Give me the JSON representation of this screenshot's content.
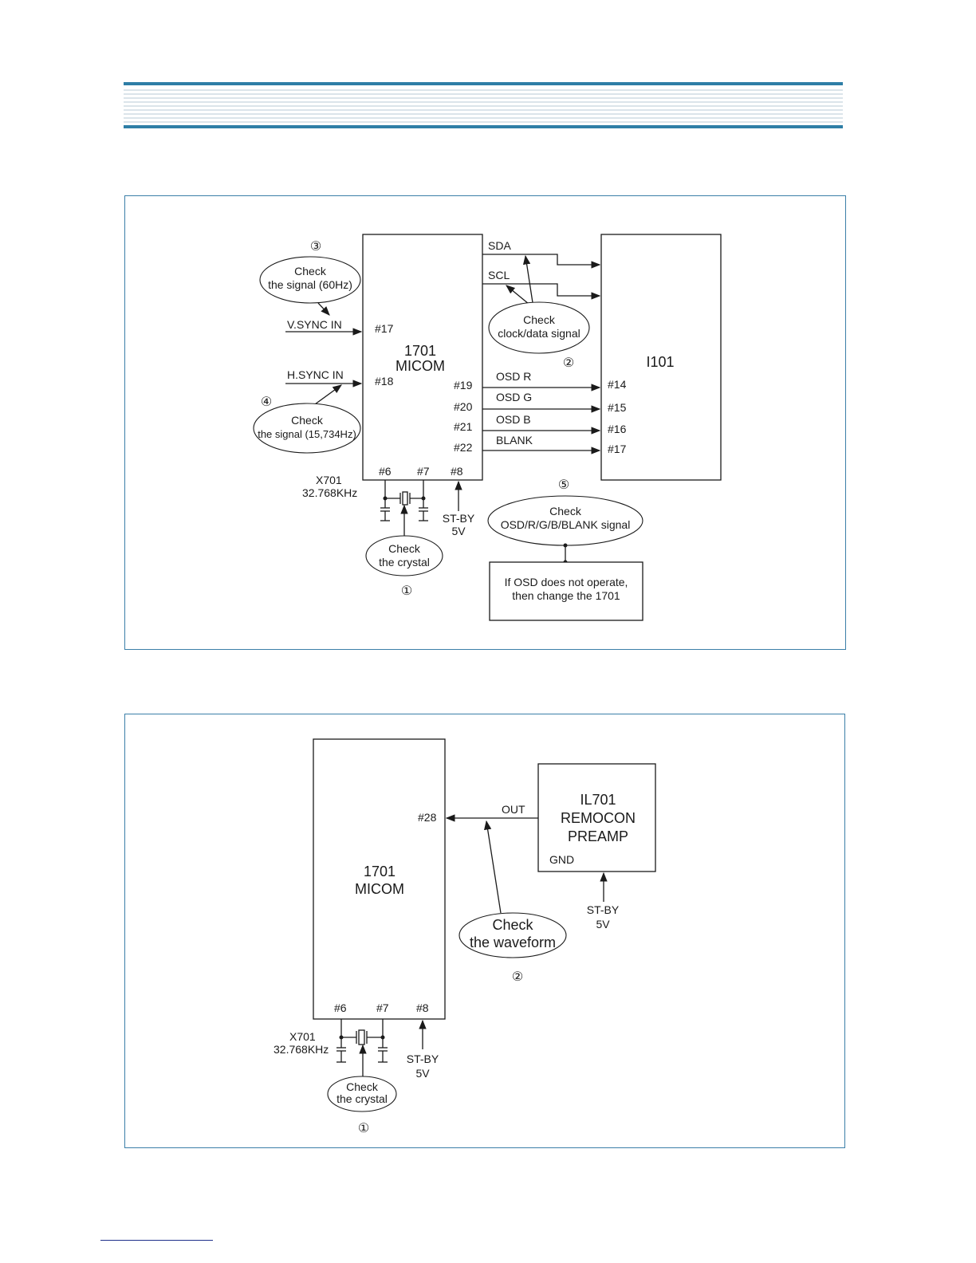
{
  "diagram1": {
    "micom": {
      "line1": "1701",
      "line2": "MICOM"
    },
    "ic": "I101",
    "signals": {
      "sda": "SDA",
      "scl": "SCL",
      "vsync": "V.SYNC IN",
      "hsync": "H.SYNC IN",
      "osd_r": "OSD R",
      "osd_g": "OSD G",
      "osd_b": "OSD B",
      "blank": "BLANK"
    },
    "micom_pins": {
      "p17": "#17",
      "p18": "#18",
      "p19": "#19",
      "p20": "#20",
      "p21": "#21",
      "p22": "#22",
      "p6": "#6",
      "p7": "#7",
      "p8": "#8"
    },
    "ic_pins": {
      "p14": "#14",
      "p15": "#15",
      "p16": "#16",
      "p17": "#17"
    },
    "crystal": {
      "name": "X701",
      "freq": "32.768KHz"
    },
    "standby": {
      "line1": "ST-BY",
      "line2": "5V"
    },
    "checks": [
      {
        "num": "①",
        "line1": "Check",
        "line2": "the crystal"
      },
      {
        "num": "②",
        "line1": "Check",
        "line2": "clock/data signal"
      },
      {
        "num": "③",
        "line1": "Check",
        "line2": "the signal (60Hz)"
      },
      {
        "num": "④",
        "line1": "Check",
        "line2": "the signal (15,734Hz)"
      },
      {
        "num": "⑤",
        "line1": "Check",
        "line2": "OSD/R/G/B/BLANK signal"
      }
    ],
    "note": {
      "line1": "If OSD does not operate,",
      "line2": "then change the 1701"
    }
  },
  "diagram2": {
    "micom": {
      "line1": "1701",
      "line2": "MICOM"
    },
    "preamp": {
      "line1": "IL701",
      "line2": "REMOCON",
      "line3": "PREAMP",
      "gnd": "GND"
    },
    "out": "OUT",
    "micom_pins": {
      "p28": "#28",
      "p6": "#6",
      "p7": "#7",
      "p8": "#8"
    },
    "crystal": {
      "name": "X701",
      "freq": "32.768KHz"
    },
    "standby_preamp": {
      "line1": "ST-BY",
      "line2": "5V"
    },
    "standby_micom": {
      "line1": "ST-BY",
      "line2": "5V"
    },
    "checks": [
      {
        "num": "①",
        "line1": "Check",
        "line2": "the crystal"
      },
      {
        "num": "②",
        "line1": "Check",
        "line2": "the waveform"
      }
    ]
  },
  "colors": {
    "header_band": "#2e7ea6",
    "panel_border": "#3b7fa8",
    "footer_rule": "#1d2f8a"
  }
}
